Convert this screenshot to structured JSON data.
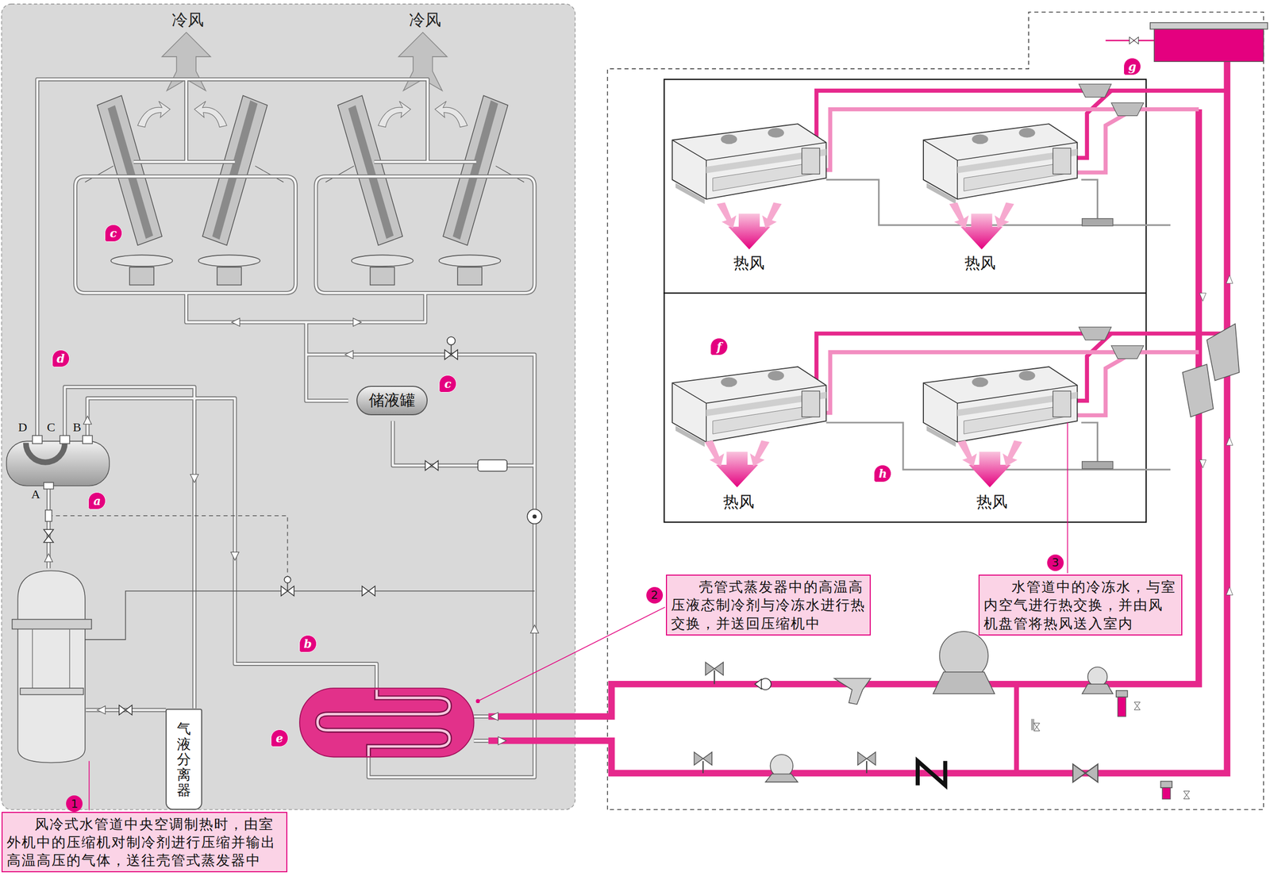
{
  "diagram": {
    "nodes": [
      {
        "text": [
          "储液罐"
        ]
      },
      {
        "text": [
          "气液分离器"
        ]
      },
      {
        "text": [
          "风冷式水管道中央空调制热时，由室外机中的压缩机对制冷剂进行压缩并输出高温高压的气体，送往壳管式蒸发器中"
        ]
      },
      {
        "text": [
          "壳管式蒸发器中的高温高压液态制冷剂与冷冻水进行热交换，并送回压缩机中"
        ]
      },
      {
        "text": [
          "水管道中的冷冻水，与室内空气进行热交换，并由风机盘管将热风送入室内"
        ]
      }
    ],
    "labels": [
      "冷风",
      "冷风",
      "g",
      "热风",
      "热风",
      "c",
      "f",
      "d",
      "c",
      "D",
      "C",
      "B",
      "A",
      "a",
      "h",
      "热风",
      "热风",
      "3",
      "2",
      "b",
      "e",
      "1"
    ]
  }
}
